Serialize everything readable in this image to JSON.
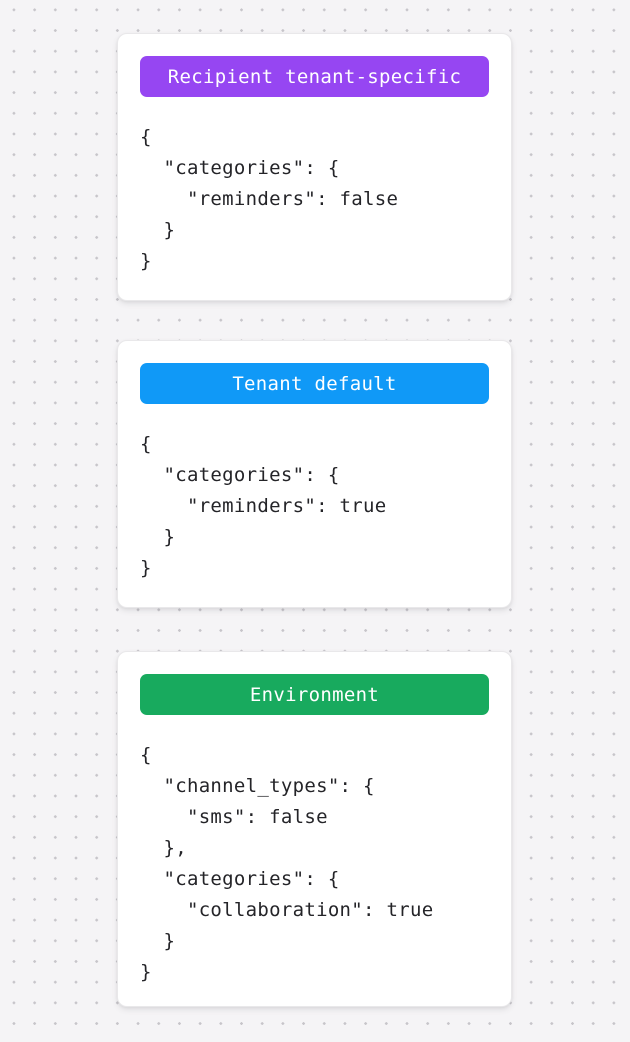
{
  "canvas": {
    "background_color": "#f5f4f6",
    "dot_color": "#c7c5ca"
  },
  "cards": [
    {
      "badge": {
        "label": "Recipient tenant-specific",
        "color": "#9646f2",
        "text_color": "#ffffff"
      },
      "code": "{\n  \"categories\": {\n    \"reminders\": false\n  }\n}"
    },
    {
      "badge": {
        "label": "Tenant default",
        "color": "#1099f7",
        "text_color": "#ffffff"
      },
      "code": "{\n  \"categories\": {\n    \"reminders\": true\n  }\n}"
    },
    {
      "badge": {
        "label": "Environment",
        "color": "#18aa5e",
        "text_color": "#ffffff"
      },
      "code": "{\n  \"channel_types\": {\n    \"sms\": false\n  },\n  \"categories\": {\n    \"collaboration\": true\n  }\n}"
    }
  ]
}
